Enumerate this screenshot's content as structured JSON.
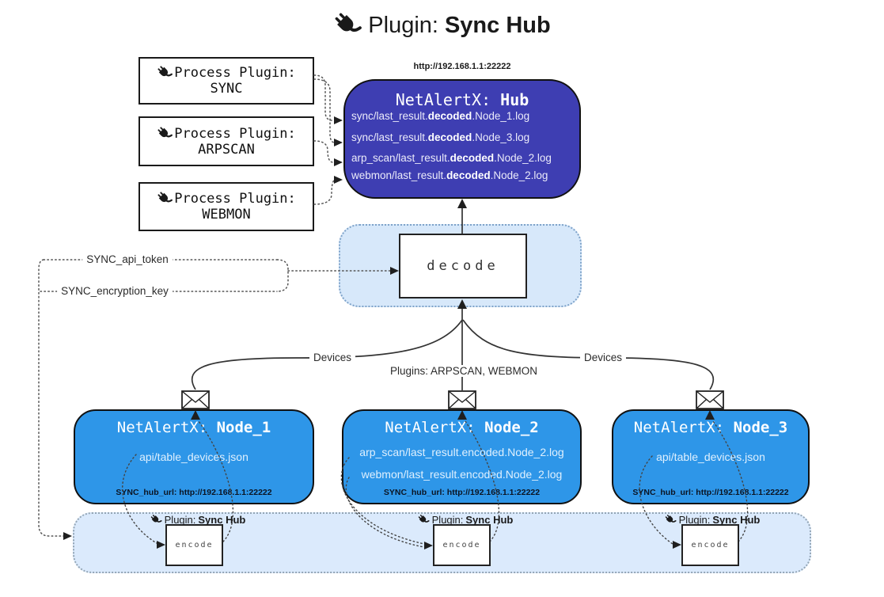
{
  "title": {
    "icon": "plug-icon",
    "prefix": "Plugin:",
    "name": "Sync Hub"
  },
  "process_plugins": [
    {
      "icon": "plug-icon",
      "label": "Process Plugin:",
      "name": "SYNC"
    },
    {
      "icon": "plug-icon",
      "label": "Process Plugin:",
      "name": "ARPSCAN"
    },
    {
      "icon": "plug-icon",
      "label": "Process Plugin:",
      "name": "WEBMON"
    }
  ],
  "hub": {
    "url": "http://192.168.1.1:22222",
    "title_prefix": "NetAlertX:",
    "title_name": "Hub",
    "files": [
      {
        "pre": "sync/last_result.",
        "mid": "decoded",
        "post": ".Node_1.log"
      },
      {
        "pre": "sync/last_result.",
        "mid": "decoded",
        "post": ".Node_3.log"
      },
      {
        "pre": "arp_scan/last_result.",
        "mid": "decoded",
        "post": ".Node_2.log"
      },
      {
        "pre": "webmon/last_result.",
        "mid": "decoded",
        "post": ".Node_2.log"
      }
    ]
  },
  "decode": {
    "label": "decode"
  },
  "encode": {
    "label": "encode"
  },
  "settings": {
    "api_token": "SYNC_api_token",
    "encryption_key": "SYNC_encryption_key"
  },
  "edge_labels": {
    "devices_left": "Devices",
    "devices_right": "Devices",
    "plugins": "Plugins: ARPSCAN, WEBMON"
  },
  "nodes": [
    {
      "title_prefix": "NetAlertX:",
      "title_name": "Node_1",
      "files": [
        "api/table_devices.json"
      ],
      "hub_url": "SYNC_hub_url: http://192.168.1.1:22222"
    },
    {
      "title_prefix": "NetAlertX:",
      "title_name": "Node_2",
      "files": [
        "arp_scan/last_result.encoded.Node_2.log",
        "webmon/last_result.encoded.Node_2.log"
      ],
      "hub_url": "SYNC_hub_url: http://192.168.1.1:22222"
    },
    {
      "title_prefix": "NetAlertX:",
      "title_name": "Node_3",
      "files": [
        "api/table_devices.json"
      ],
      "hub_url": "SYNC_hub_url: http://192.168.1.1:22222"
    }
  ],
  "badge": {
    "icon": "plug-icon",
    "prefix": "Plugin:",
    "name": "Sync Hub"
  },
  "icons": {
    "plug": "plug-icon",
    "envelope": "envelope-icon"
  },
  "colors": {
    "hub_fill": "#3e3eb2",
    "node_fill": "#2e96e8",
    "panel_fill": "#d7e8fa",
    "panel_border": "#7fa3c9",
    "bar_fill": "#dbeafc",
    "bar_border": "#93a5b5",
    "line": "#333333"
  }
}
